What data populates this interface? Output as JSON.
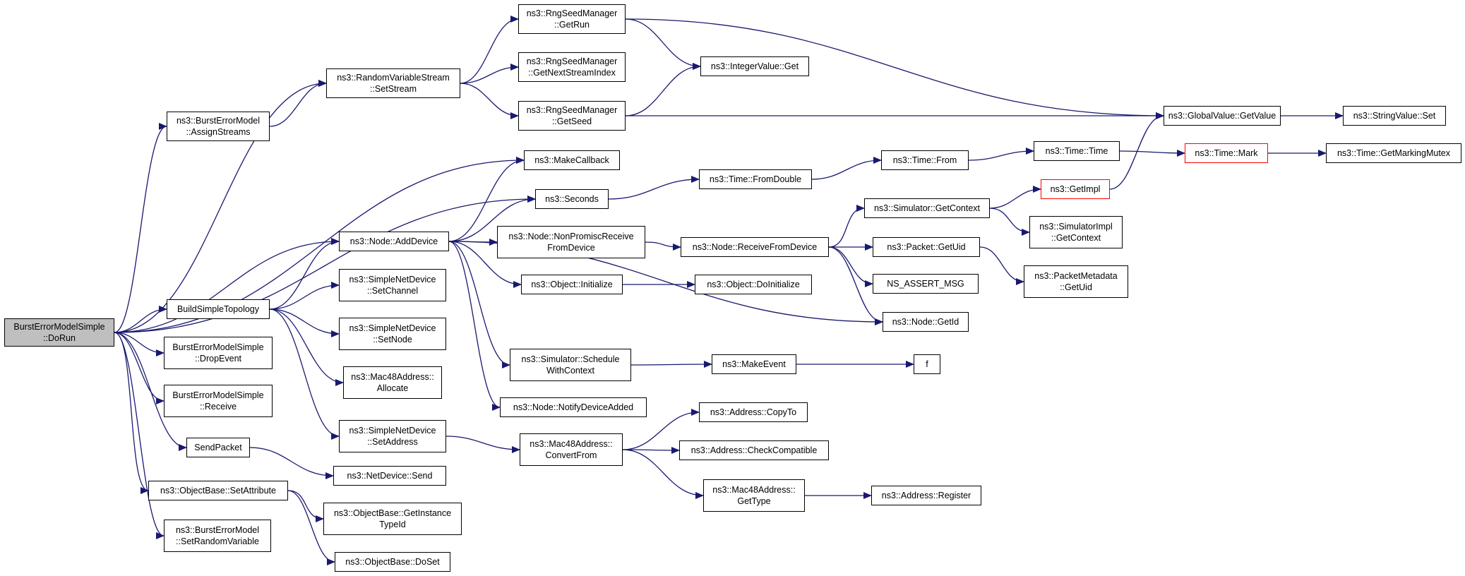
{
  "graph": {
    "edge_color": "#191970",
    "root_fill": "#bfbfbf",
    "truncated_border": "#ff0000",
    "nodes": [
      {
        "id": "root",
        "label": "BurstErrorModelSimple\n::DoRun"
      },
      {
        "id": "bem_assign",
        "label": "ns3::BurstErrorModel\n::AssignStreams"
      },
      {
        "id": "rvs_setstream",
        "label": "ns3::RandomVariableStream\n::SetStream"
      },
      {
        "id": "rng_getrun",
        "label": "ns3::RngSeedManager\n::GetRun"
      },
      {
        "id": "rng_getnext",
        "label": "ns3::RngSeedManager\n::GetNextStreamIndex"
      },
      {
        "id": "rng_getseed",
        "label": "ns3::RngSeedManager\n::GetSeed"
      },
      {
        "id": "intval_get",
        "label": "ns3::IntegerValue::Get"
      },
      {
        "id": "gv_getvalue",
        "label": "ns3::GlobalValue::GetValue"
      },
      {
        "id": "strval_set",
        "label": "ns3::StringValue::Set"
      },
      {
        "id": "makecallback",
        "label": "ns3::MakeCallback"
      },
      {
        "id": "seconds",
        "label": "ns3::Seconds"
      },
      {
        "id": "time_fromdouble",
        "label": "ns3::Time::FromDouble"
      },
      {
        "id": "time_from",
        "label": "ns3::Time::From"
      },
      {
        "id": "time_time",
        "label": "ns3::Time::Time"
      },
      {
        "id": "time_mark",
        "label": "ns3::Time::Mark"
      },
      {
        "id": "time_getmarking",
        "label": "ns3::Time::GetMarkingMutex"
      },
      {
        "id": "getimpl",
        "label": "ns3::GetImpl"
      },
      {
        "id": "sim_getcontext",
        "label": "ns3::Simulator::GetContext"
      },
      {
        "id": "simimpl_getcontext",
        "label": "ns3::SimulatorImpl\n::GetContext"
      },
      {
        "id": "node_adddevice",
        "label": "ns3::Node::AddDevice"
      },
      {
        "id": "node_nonpromisc",
        "label": "ns3::Node::NonPromiscReceive\nFromDevice"
      },
      {
        "id": "node_receivefrom",
        "label": "ns3::Node::ReceiveFromDevice"
      },
      {
        "id": "packet_getuid",
        "label": "ns3::Packet::GetUid"
      },
      {
        "id": "pktmeta_getuid",
        "label": "ns3::PacketMetadata\n::GetUid"
      },
      {
        "id": "ns_assert",
        "label": "NS_ASSERT_MSG"
      },
      {
        "id": "obj_initialize",
        "label": "ns3::Object::Initialize"
      },
      {
        "id": "obj_doinitialize",
        "label": "ns3::Object::DoInitialize"
      },
      {
        "id": "node_getid",
        "label": "ns3::Node::GetId"
      },
      {
        "id": "buildsimple",
        "label": "BuildSimpleTopology"
      },
      {
        "id": "snd_setchannel",
        "label": "ns3::SimpleNetDevice\n::SetChannel"
      },
      {
        "id": "snd_setnode",
        "label": "ns3::SimpleNetDevice\n::SetNode"
      },
      {
        "id": "mac48_allocate",
        "label": "ns3::Mac48Address::\nAllocate"
      },
      {
        "id": "snd_setaddress",
        "label": "ns3::SimpleNetDevice\n::SetAddress"
      },
      {
        "id": "sim_schedule",
        "label": "ns3::Simulator::Schedule\nWithContext"
      },
      {
        "id": "makeevent",
        "label": "ns3::MakeEvent"
      },
      {
        "id": "f",
        "label": "f"
      },
      {
        "id": "node_notify",
        "label": "ns3::Node::NotifyDeviceAdded"
      },
      {
        "id": "bems_dropevent",
        "label": "BurstErrorModelSimple\n::DropEvent"
      },
      {
        "id": "bems_receive",
        "label": "BurstErrorModelSimple\n::Receive"
      },
      {
        "id": "sendpacket",
        "label": "SendPacket"
      },
      {
        "id": "netdevice_send",
        "label": "ns3::NetDevice::Send"
      },
      {
        "id": "mac48_convertfrom",
        "label": "ns3::Mac48Address::\nConvertFrom"
      },
      {
        "id": "addr_copyto",
        "label": "ns3::Address::CopyTo"
      },
      {
        "id": "addr_checkcompat",
        "label": "ns3::Address::CheckCompatible"
      },
      {
        "id": "mac48_gettype",
        "label": "ns3::Mac48Address::\nGetType"
      },
      {
        "id": "addr_register",
        "label": "ns3::Address::Register"
      },
      {
        "id": "objbase_setattr",
        "label": "ns3::ObjectBase::SetAttribute"
      },
      {
        "id": "objbase_getinstance",
        "label": "ns3::ObjectBase::GetInstance\nTypeId"
      },
      {
        "id": "objbase_doset",
        "label": "ns3::ObjectBase::DoSet"
      },
      {
        "id": "bem_setrandom",
        "label": "ns3::BurstErrorModel\n::SetRandomVariable"
      }
    ],
    "edges": [
      [
        "root",
        "rvs_setstream"
      ],
      [
        "root",
        "bem_assign"
      ],
      [
        "root",
        "makecallback"
      ],
      [
        "root",
        "seconds"
      ],
      [
        "root",
        "node_adddevice"
      ],
      [
        "root",
        "buildsimple"
      ],
      [
        "root",
        "bems_dropevent"
      ],
      [
        "root",
        "bems_receive"
      ],
      [
        "root",
        "sendpacket"
      ],
      [
        "root",
        "objbase_setattr"
      ],
      [
        "root",
        "bem_setrandom"
      ],
      [
        "bem_assign",
        "rvs_setstream"
      ],
      [
        "rvs_setstream",
        "rng_getrun"
      ],
      [
        "rvs_setstream",
        "rng_getnext"
      ],
      [
        "rvs_setstream",
        "rng_getseed"
      ],
      [
        "rng_getrun",
        "intval_get"
      ],
      [
        "rng_getrun",
        "gv_getvalue"
      ],
      [
        "rng_getseed",
        "intval_get"
      ],
      [
        "rng_getseed",
        "gv_getvalue"
      ],
      [
        "gv_getvalue",
        "strval_set"
      ],
      [
        "seconds",
        "time_fromdouble"
      ],
      [
        "time_fromdouble",
        "time_from"
      ],
      [
        "time_from",
        "time_time"
      ],
      [
        "time_time",
        "time_mark"
      ],
      [
        "time_mark",
        "time_getmarking"
      ],
      [
        "getimpl",
        "gv_getvalue"
      ],
      [
        "sim_getcontext",
        "getimpl"
      ],
      [
        "sim_getcontext",
        "simimpl_getcontext"
      ],
      [
        "node_adddevice",
        "makecallback"
      ],
      [
        "node_adddevice",
        "seconds"
      ],
      [
        "node_adddevice",
        "node_nonpromisc"
      ],
      [
        "node_adddevice",
        "obj_initialize"
      ],
      [
        "node_adddevice",
        "node_getid"
      ],
      [
        "node_adddevice",
        "sim_schedule"
      ],
      [
        "node_adddevice",
        "node_notify"
      ],
      [
        "node_nonpromisc",
        "node_receivefrom"
      ],
      [
        "node_receivefrom",
        "sim_getcontext"
      ],
      [
        "node_receivefrom",
        "packet_getuid"
      ],
      [
        "node_receivefrom",
        "ns_assert"
      ],
      [
        "node_receivefrom",
        "node_getid"
      ],
      [
        "packet_getuid",
        "pktmeta_getuid"
      ],
      [
        "obj_initialize",
        "obj_doinitialize"
      ],
      [
        "buildsimple",
        "node_adddevice"
      ],
      [
        "buildsimple",
        "snd_setchannel"
      ],
      [
        "buildsimple",
        "snd_setnode"
      ],
      [
        "buildsimple",
        "mac48_allocate"
      ],
      [
        "buildsimple",
        "snd_setaddress"
      ],
      [
        "sim_schedule",
        "makeevent"
      ],
      [
        "makeevent",
        "f"
      ],
      [
        "sendpacket",
        "netdevice_send"
      ],
      [
        "snd_setaddress",
        "mac48_convertfrom"
      ],
      [
        "mac48_convertfrom",
        "addr_copyto"
      ],
      [
        "mac48_convertfrom",
        "addr_checkcompat"
      ],
      [
        "mac48_convertfrom",
        "mac48_gettype"
      ],
      [
        "mac48_gettype",
        "addr_register"
      ],
      [
        "objbase_setattr",
        "objbase_getinstance"
      ],
      [
        "objbase_setattr",
        "objbase_doset"
      ]
    ]
  }
}
